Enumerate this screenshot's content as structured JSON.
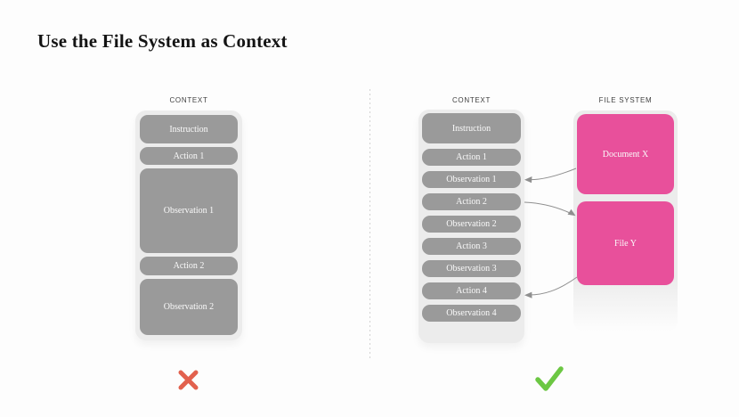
{
  "title": "Use the File System as Context",
  "left": {
    "label": "CONTEXT",
    "boxes": [
      "Instruction",
      "Action 1",
      "Observation 1",
      "Action 2",
      "Observation 2"
    ],
    "verdict": "cross"
  },
  "right": {
    "context": {
      "label": "CONTEXT",
      "boxes": [
        "Instruction",
        "Action 1",
        "Observation 1",
        "Action 2",
        "Observation 2",
        "Action 3",
        "Observation 3",
        "Action 4",
        "Observation 4"
      ]
    },
    "file_system": {
      "label": "FILE SYSTEM",
      "boxes": [
        "Document X",
        "File Y"
      ]
    },
    "connections": [
      {
        "from": "Document X",
        "to": "Observation 1"
      },
      {
        "from": "Action 2",
        "to": "File Y"
      },
      {
        "from": "File Y",
        "to": "Action 4"
      }
    ],
    "verdict": "check"
  },
  "colors": {
    "container_gray": "#ececec",
    "box_gray": "#9a9a9a",
    "pink": "#e8509b",
    "cross_red": "#e2614e",
    "check_green": "#6cc743",
    "connector_gray": "#8f8f8f"
  }
}
